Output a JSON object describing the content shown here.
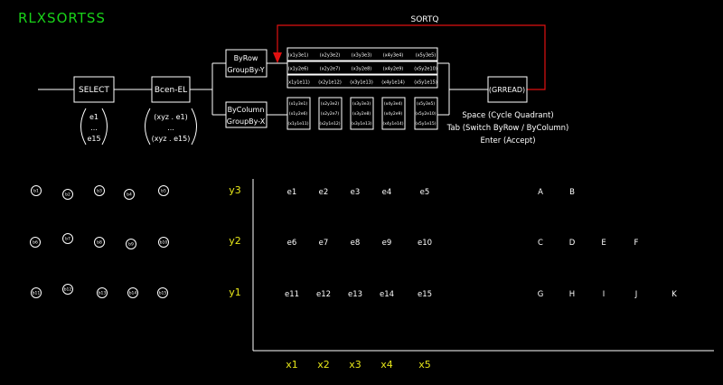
{
  "title": "RLXSORTSS",
  "loop_label": "SORTQ",
  "select_label": "SELECT",
  "bcen_label": "Bcen-EL",
  "select_list": {
    "first": "e1",
    "dots": "...",
    "last": "e15"
  },
  "bcen_list": {
    "first": "(xyz . e1)",
    "dots": "...",
    "last": "(xyz . e15)"
  },
  "byrow": {
    "line1": "ByRow",
    "line2": "GroupBy-Y"
  },
  "bycolumn": {
    "line1": "ByColumn",
    "line2": "GroupBy-X"
  },
  "grread_label": "(GRREAD)",
  "help": [
    "Space (Cycle Quadrant)",
    "Tab (Switch ByRow / ByColumn)",
    "Enter (Accept)"
  ],
  "cells": [
    [
      "(x1y3e1)",
      "(x2y3e2)",
      "(x3y3e3)",
      "(x4y3e4)",
      "(x5y3e5)"
    ],
    [
      "(x1y2e6)",
      "(x2y2e7)",
      "(x3y2e8)",
      "(x4y2e9)",
      "(x5y2e10)"
    ],
    [
      "(x1y1e11)",
      "(x2y1e12)",
      "(x3y1e13)",
      "(x4y1e14)",
      "(x5y1e15)"
    ]
  ],
  "bubbles": [
    [
      "b1",
      "b2",
      "b3",
      "b4",
      "b5"
    ],
    [
      "b6",
      "b7",
      "b8",
      "b9",
      "b10"
    ],
    [
      "b11",
      "b12",
      "b13",
      "b14",
      "b15"
    ]
  ],
  "y_labels": [
    "y3",
    "y2",
    "y1"
  ],
  "x_labels": [
    "x1",
    "x2",
    "x3",
    "x4",
    "x5"
  ],
  "grid_elements": [
    [
      "e1",
      "e2",
      "e3",
      "e4",
      "e5"
    ],
    [
      "e6",
      "e7",
      "e8",
      "e9",
      "e10"
    ],
    [
      "e11",
      "e12",
      "e13",
      "e14",
      "e15"
    ]
  ],
  "letters": [
    [
      "A",
      "B"
    ],
    [
      "C",
      "D",
      "E",
      "F"
    ],
    [
      "G",
      "H",
      "I",
      "J",
      "K"
    ]
  ],
  "colors": {
    "title": "#19d219",
    "axis_labels": "#e6e619",
    "loop": "#e01010"
  }
}
